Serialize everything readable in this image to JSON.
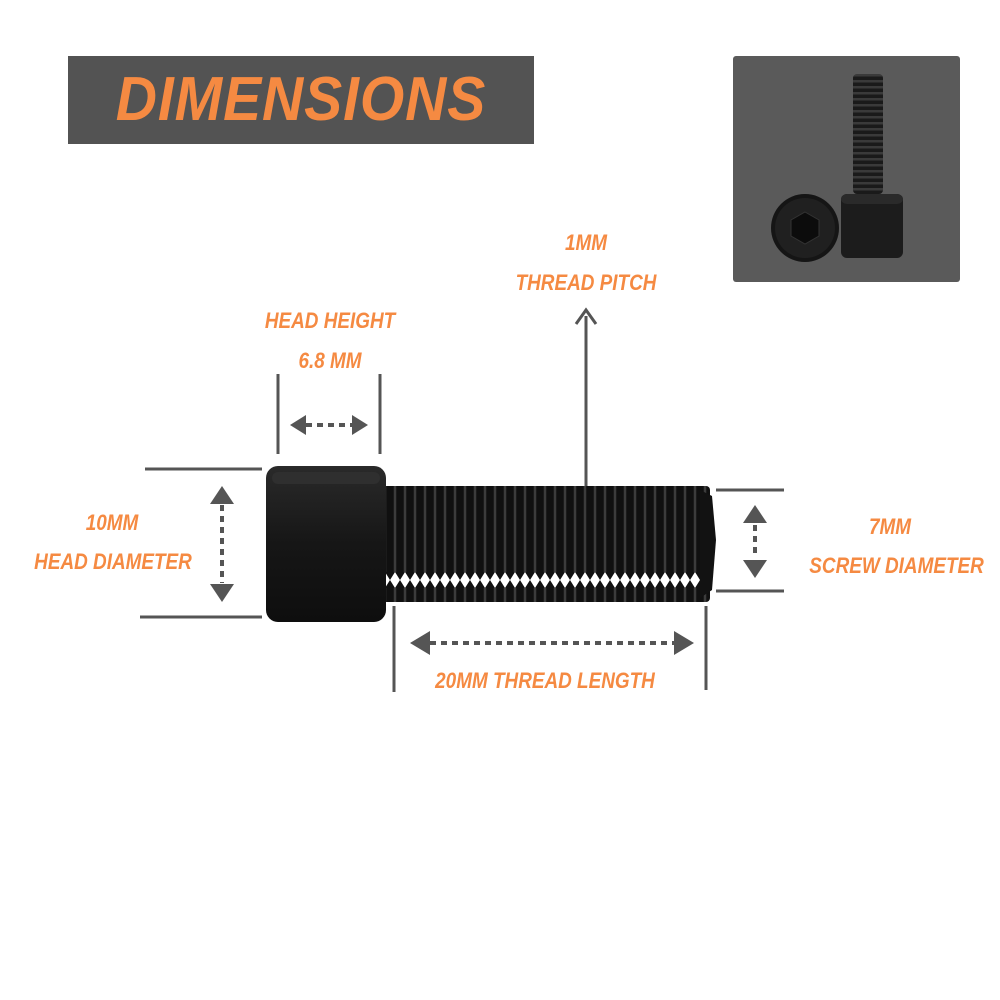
{
  "title": "DIMENSIONS",
  "labels": {
    "thread_pitch_value": "1MM",
    "thread_pitch_caption": "THREAD PITCH",
    "head_height_caption": "HEAD HEIGHT",
    "head_height_value": "6.8 MM",
    "head_diameter_value": "10MM",
    "head_diameter_caption": "HEAD DIAMETER",
    "screw_diameter_value": "7MM",
    "screw_diameter_caption": "SCREW DIAMETER",
    "thread_length": "20MM THREAD LENGTH"
  },
  "colors": {
    "accent": "#f58a42",
    "banner": "#535353",
    "arrow": "#555555",
    "bolt": "#141414"
  }
}
